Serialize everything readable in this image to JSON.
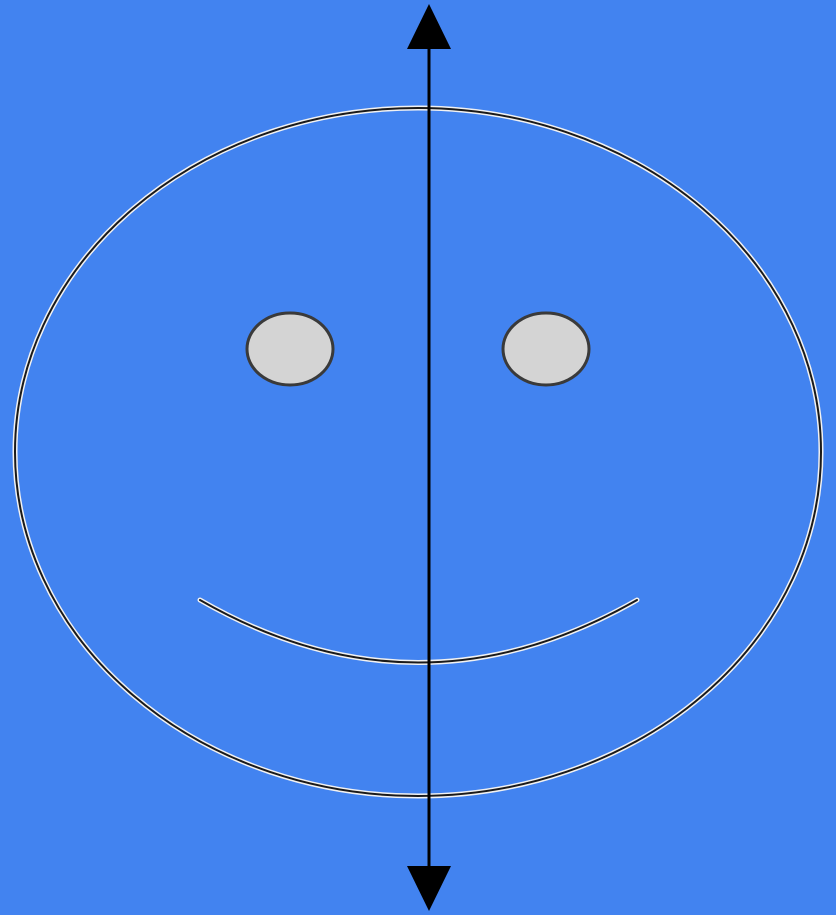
{
  "diagram": {
    "description_role": "symmetry-diagram",
    "figure": "smiley-face",
    "axis": "vertical-line-of-symmetry",
    "colors": {
      "background": "#4283F0",
      "outline_light": "#F2F2F2",
      "outline_dark": "#1A1A1A",
      "eye_fill": "#D4D4D4",
      "eye_stroke": "#3A3A3A",
      "axis": "#000000"
    },
    "icons": {
      "arrow_up": "arrow-up-icon",
      "arrow_down": "arrow-down-icon"
    }
  }
}
